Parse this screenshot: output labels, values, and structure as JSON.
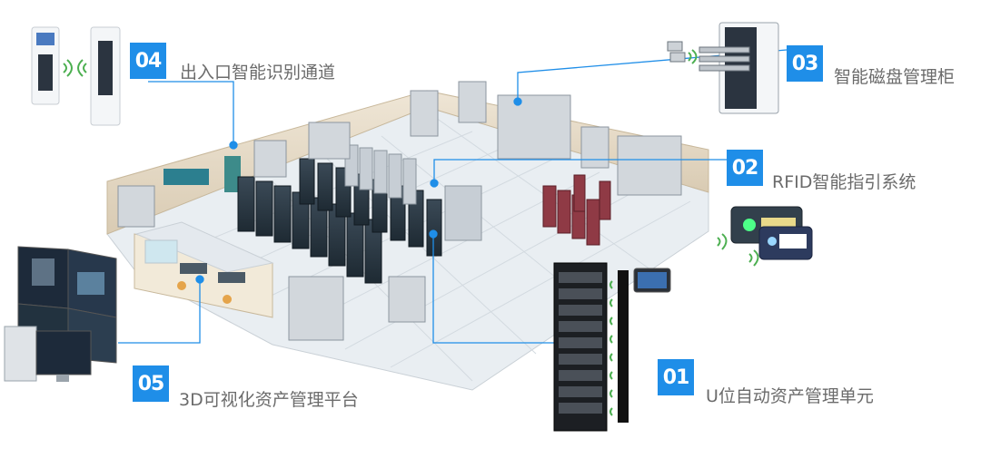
{
  "colors": {
    "accent": "#1f8ee8",
    "label": "#6b6b6b",
    "connector": "#1f8ee8"
  },
  "features": [
    {
      "number": "01",
      "label": "U位自动资产管理单元",
      "icon": "server-rack-icon"
    },
    {
      "number": "02",
      "label": "RFID智能指引系统",
      "icon": "rfid-tag-icon"
    },
    {
      "number": "03",
      "label": "智能磁盘管理柜",
      "icon": "disk-cabinet-icon"
    },
    {
      "number": "04",
      "label": "出入口智能识别通道",
      "icon": "access-gate-icon"
    },
    {
      "number": "05",
      "label": "3D可视化资产管理平台",
      "icon": "monitor-wall-icon"
    }
  ]
}
